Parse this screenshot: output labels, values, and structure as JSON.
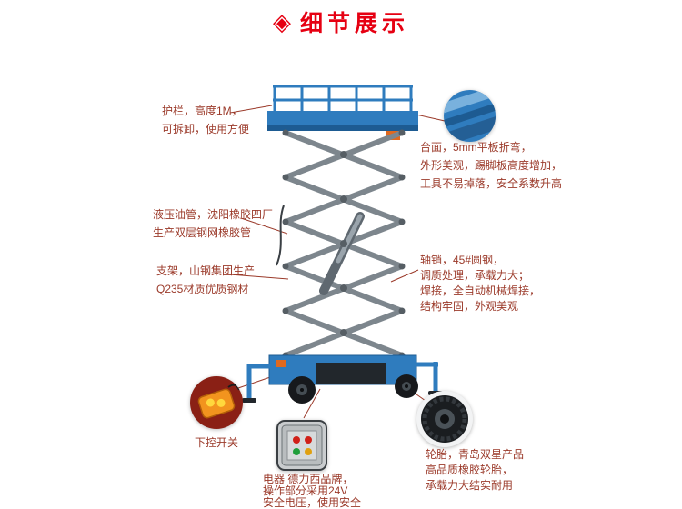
{
  "header": {
    "icon": "diamond-icon",
    "icon_glyph": "◈",
    "title": "细节展示"
  },
  "colors": {
    "accent_red": "#e60012",
    "annotation_text": "#9b3a2a",
    "machine_blue": "#2f7cbe",
    "machine_blue_dark": "#1d5b92",
    "scissor_gray": "#7d868d"
  },
  "annotations": {
    "guardrail": {
      "lines": [
        "护栏，高度1M，",
        "可拆卸，使用方便"
      ]
    },
    "platform": {
      "lines": [
        "台面，5mm平板折弯，",
        "外形美观，踢脚板高度增加，",
        "工具不易掉落，安全系数升高"
      ]
    },
    "hydraulic_pipe": {
      "lines": [
        "液压油管，沈阳橡胶四厂",
        "生产双层钢网橡胶管"
      ]
    },
    "frame": {
      "lines": [
        "支架，山钢集团生产",
        "Q235材质优质钢材"
      ]
    },
    "axle_pin": {
      "lines": [
        "轴销，45#圆钢，",
        "调质处理，承载力大；",
        "焊接，全自动机械焊接，",
        "结构牢固，外观美观"
      ]
    },
    "lower_control": {
      "lines": [
        "下控开关"
      ]
    },
    "electrical": {
      "lines": [
        "电器 德力西品牌，",
        "操作部分采用24V",
        "安全电压，使用安全"
      ]
    },
    "tires": {
      "lines": [
        "轮胎，青岛双星产品",
        "高品质橡胶轮胎，",
        "承载力大结实耐用"
      ]
    }
  },
  "callouts": {
    "platform_detail": "platform-closeup",
    "remote_control": "remote-control-closeup",
    "control_box": "control-box-closeup",
    "wheel": "wheel-closeup"
  }
}
